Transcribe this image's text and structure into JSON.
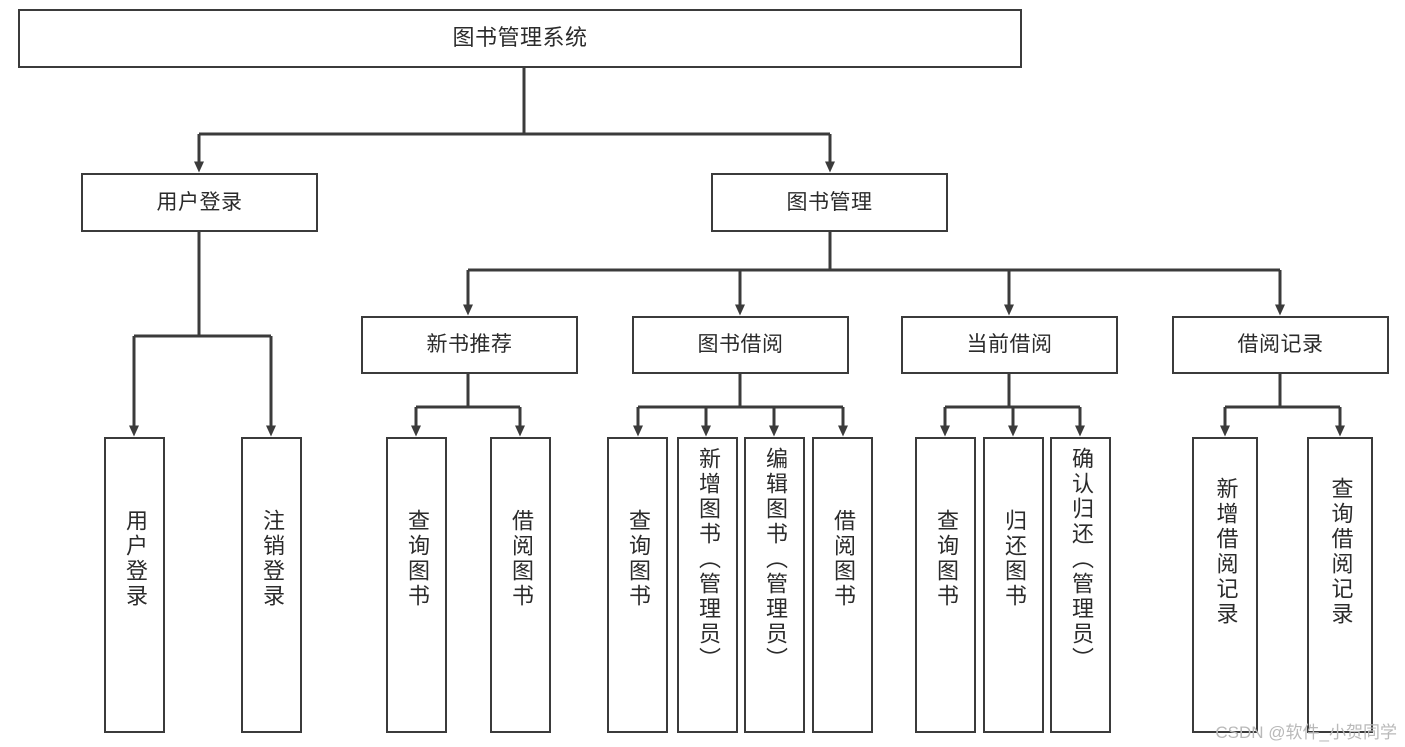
{
  "diagram": {
    "title": "图书管理系统",
    "type": "tree",
    "orientation": "top-down",
    "line_color": "#3b3b3b",
    "background_color": "#ffffff",
    "text_color": "#2b2b2b",
    "nodes": {
      "root": {
        "label": "图书管理系统",
        "level": 1
      },
      "l2": [
        {
          "label": "用户登录",
          "level": 2
        },
        {
          "label": "图书管理",
          "level": 2
        }
      ],
      "l3": [
        {
          "label": "新书推荐",
          "level": 3
        },
        {
          "label": "图书借阅",
          "level": 3
        },
        {
          "label": "当前借阅",
          "level": 3
        },
        {
          "label": "借阅记录",
          "level": 3
        }
      ],
      "leaves_user_login": [
        {
          "label": "用户登录",
          "level": 3
        },
        {
          "label": "注销登录",
          "level": 3
        }
      ],
      "leaves_new_books": [
        {
          "label": "查询图书",
          "level": 4
        },
        {
          "label": "借阅图书",
          "level": 4
        }
      ],
      "leaves_borrow": [
        {
          "label": "查询图书",
          "level": 4
        },
        {
          "label": "新增图书（管理员）",
          "level": 4
        },
        {
          "label": "编辑图书（管理员）",
          "level": 4
        },
        {
          "label": "借阅图书",
          "level": 4
        }
      ],
      "leaves_current": [
        {
          "label": "查询图书",
          "level": 4
        },
        {
          "label": "归还图书",
          "level": 4
        },
        {
          "label": "确认归还（管理员）",
          "level": 4
        }
      ],
      "leaves_records": [
        {
          "label": "新增借阅记录",
          "level": 4
        },
        {
          "label": "查询借阅记录",
          "level": 4
        }
      ]
    }
  },
  "watermark": {
    "text": "CSDN @软件_小贺同学"
  }
}
